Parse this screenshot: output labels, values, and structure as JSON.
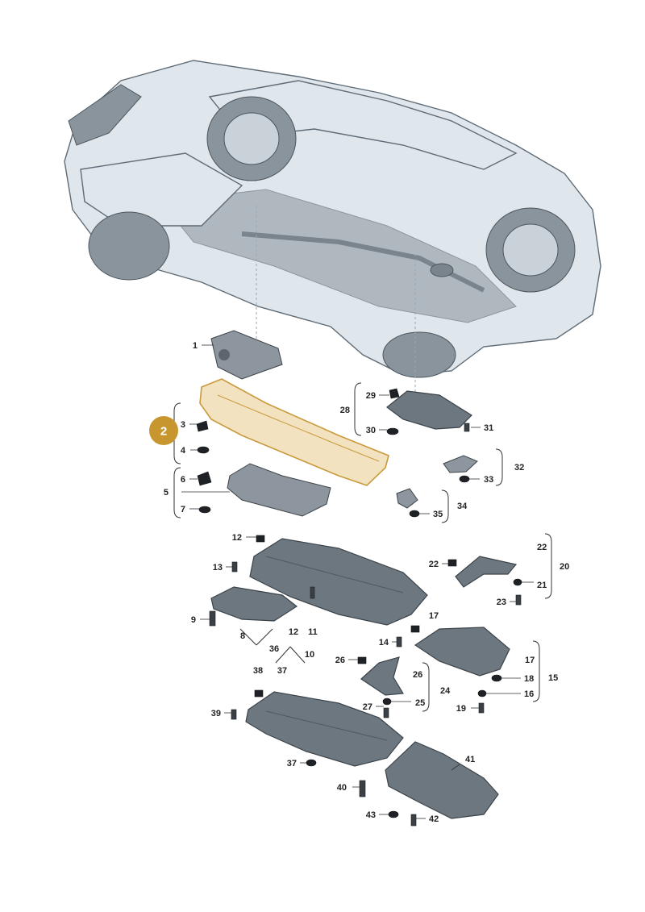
{
  "colors": {
    "highlight_fill": "#f3e2bf",
    "highlight_stroke": "#c99a3c",
    "badge": "#c8962e",
    "panel": "#6d7780",
    "car_body": "#dfe6ec"
  },
  "badge": {
    "label": "2"
  },
  "callouts": {
    "c1": "1",
    "c3": "3",
    "c4": "4",
    "c5": "5",
    "c6": "6",
    "c7": "7",
    "c8": "8",
    "c9": "9",
    "c10": "10",
    "c11": "11",
    "c12a": "12",
    "c12b": "12",
    "c13": "13",
    "c14": "14",
    "c15": "15",
    "c16": "16",
    "c17a": "17",
    "c17b": "17",
    "c18": "18",
    "c19": "19",
    "c20": "20",
    "c21": "21",
    "c22a": "22",
    "c22b": "22",
    "c23": "23",
    "c24": "24",
    "c25": "25",
    "c26a": "26",
    "c26b": "26",
    "c27": "27",
    "c28": "28",
    "c29": "29",
    "c30": "30",
    "c31": "31",
    "c32": "32",
    "c33": "33",
    "c34": "34",
    "c35": "35",
    "c36": "36",
    "c37a": "37",
    "c37b": "37",
    "c38": "38",
    "c39": "39",
    "c40": "40",
    "c41": "41",
    "c42": "42",
    "c43": "43"
  }
}
